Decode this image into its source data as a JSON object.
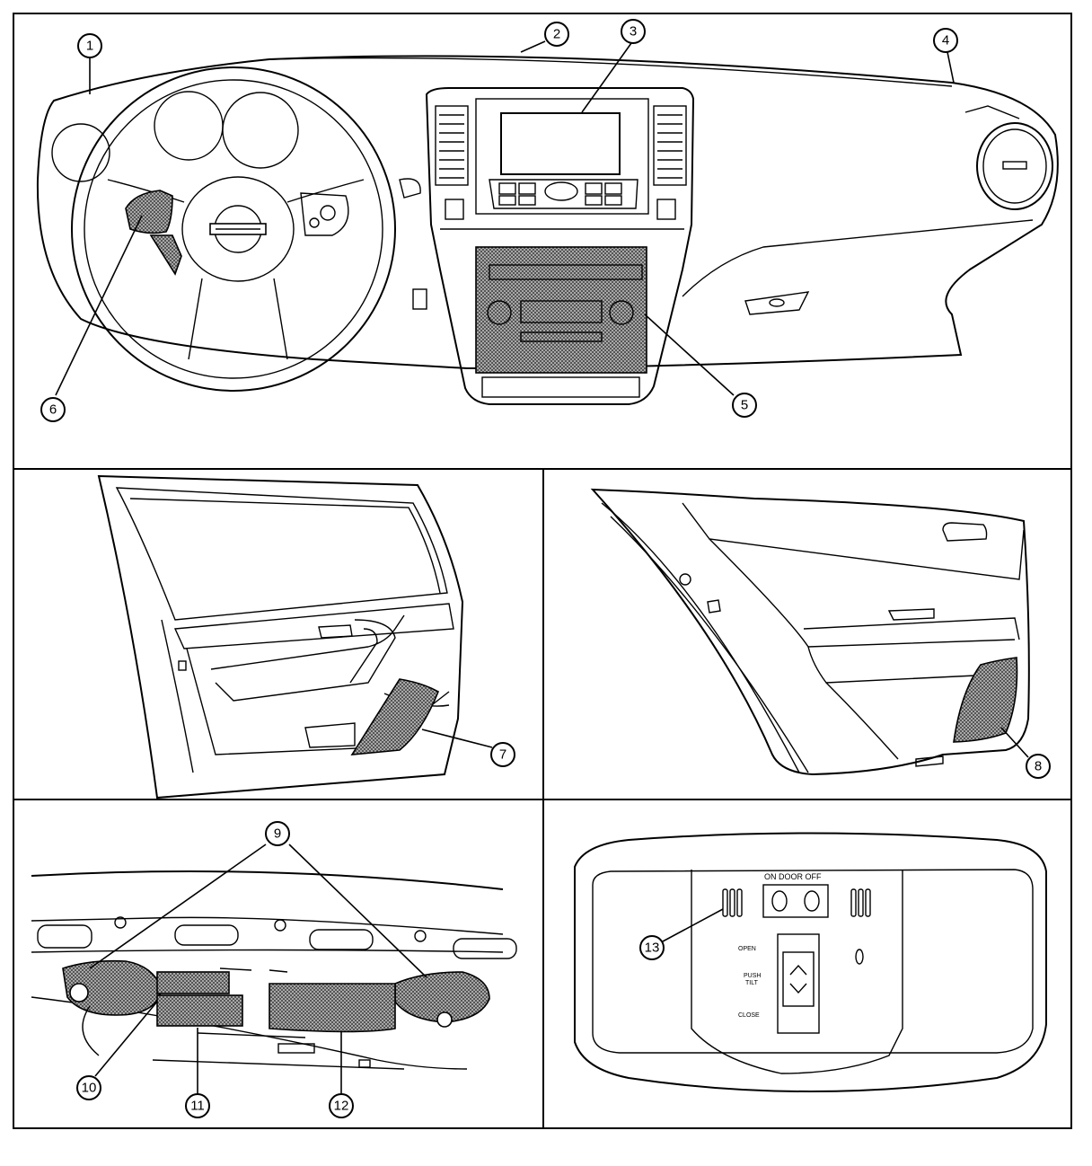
{
  "callouts": [
    "1",
    "2",
    "3",
    "4",
    "5",
    "6",
    "7",
    "8",
    "9",
    "10",
    "11",
    "12",
    "13"
  ],
  "map_lamp": {
    "switch_label": "ON DOOR OFF",
    "open_label": "OPEN",
    "push_label": "PUSH",
    "tilt_label": "TILT",
    "close_label": "CLOSE"
  }
}
